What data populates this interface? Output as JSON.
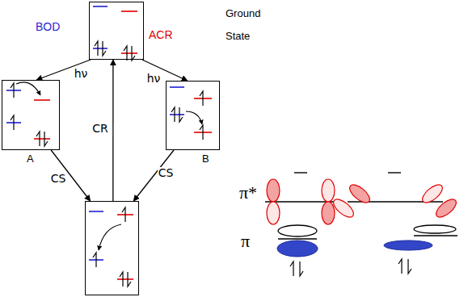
{
  "diagram": {
    "nodes": [
      {
        "text": [
          "Ground State"
        ]
      },
      {
        "text": [
          "A"
        ]
      },
      {
        "text": [
          "B"
        ]
      },
      {
        "text": []
      }
    ],
    "edges": [
      {
        "from": 0,
        "to": 1,
        "arrow": "to",
        "label": "hν"
      },
      {
        "from": 0,
        "to": 2,
        "arrow": "to",
        "label": "hν"
      },
      {
        "from": 1,
        "to": 3,
        "arrow": "to",
        "label": "CS"
      },
      {
        "from": 2,
        "to": 3,
        "arrow": "to",
        "label": "CS"
      },
      {
        "from": 3,
        "to": 0,
        "arrow": "to",
        "label": "CR"
      }
    ],
    "labels": [
      "BOD",
      "ACR",
      "π*",
      "π"
    ]
  }
}
